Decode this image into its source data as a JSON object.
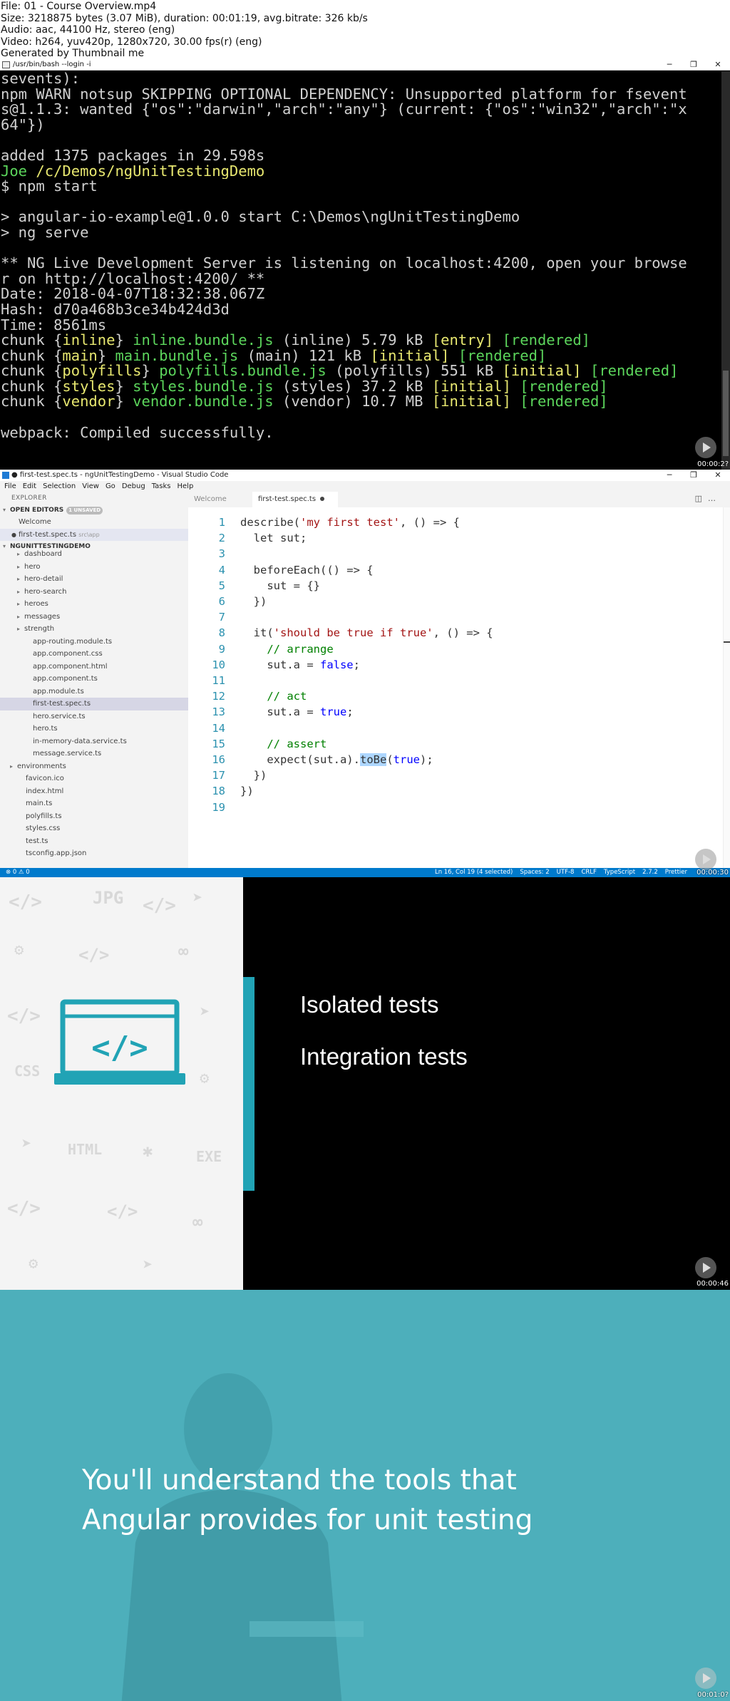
{
  "meta": {
    "lines": [
      "File: 01 - Course Overview.mp4",
      "Size: 3218875 bytes (3.07 MiB), duration: 00:01:19, avg.bitrate: 326 kb/s",
      "Audio: aac, 44100 Hz, stereo (eng)",
      "Video: h264, yuv420p, 1280x720, 30.00 fps(r) (eng)",
      "Generated by Thumbnail me"
    ]
  },
  "terminal": {
    "title": "/usr/bin/bash --login -i",
    "timestamp": "00:00:2?",
    "lines": [
      "sevents):",
      "npm WARN notsup SKIPPING OPTIONAL DEPENDENCY: Unsupported platform for fsevent",
      "s@1.1.3: wanted {\"os\":\"darwin\",\"arch\":\"any\"} (current: {\"os\":\"win32\",\"arch\":\"x",
      "64\"})",
      "",
      "added 1375 packages in 29.598s"
    ],
    "prompt_user": "Joe",
    "prompt_path": "/c/Demos/ngUnitTestingDemo",
    "command": "$ npm start",
    "lines2": [
      "",
      "> angular-io-example@1.0.0 start C:\\Demos\\ngUnitTestingDemo",
      "> ng serve",
      "",
      "** NG Live Development Server is listening on localhost:4200, open your browse",
      "r on http://localhost:4200/ **"
    ],
    "date_label": "Date: ",
    "date_value": "2018-04-07T18:32:38.067Z",
    "hash_label": "Hash: ",
    "hash_value": "d70a468b3ce34b424d3d",
    "time_label": "Time: ",
    "time_value": "8561ms",
    "chunks": [
      {
        "name": "inline",
        "file": "inline.bundle.js",
        "kind": "(inline)",
        "size": "5.79 kB",
        "tag": "[entry]",
        "status": "[rendered]"
      },
      {
        "name": "main",
        "file": "main.bundle.js",
        "kind": "(main)",
        "size": "121 kB",
        "tag": "[initial]",
        "status": "[rendered]"
      },
      {
        "name": "polyfills",
        "file": "polyfills.bundle.js",
        "kind": "(polyfills)",
        "size": "551 kB",
        "tag": "[initial]",
        "status": "[rendered]"
      },
      {
        "name": "styles",
        "file": "styles.bundle.js",
        "kind": "(styles)",
        "size": "37.2 kB",
        "tag": "[initial]",
        "status": "[rendered]"
      },
      {
        "name": "vendor",
        "file": "vendor.bundle.js",
        "kind": "(vendor)",
        "size": "10.7 MB",
        "tag": "[initial]",
        "status": "[rendered]"
      }
    ],
    "chunk_word": "chunk",
    "webpack": "webpack: Compiled successfully."
  },
  "vscode": {
    "title": "● first-test.spec.ts - ngUnitTestingDemo - Visual Studio Code",
    "menu": [
      "File",
      "Edit",
      "Selection",
      "View",
      "Go",
      "Debug",
      "Tasks",
      "Help"
    ],
    "explorer_label": "EXPLORER",
    "open_editors_label": "OPEN EDITORS",
    "unsaved_badge": "1 UNSAVED",
    "open_editors": [
      {
        "label": "Welcome",
        "extra": ""
      },
      {
        "label": "first-test.spec.ts",
        "extra": "src\\app"
      }
    ],
    "project_label": "NGUNITTESTINGDEMO",
    "tree": [
      {
        "label": "dashboard",
        "folder": true,
        "indent": 2
      },
      {
        "label": "hero",
        "folder": true,
        "indent": 2
      },
      {
        "label": "hero-detail",
        "folder": true,
        "indent": 2
      },
      {
        "label": "hero-search",
        "folder": true,
        "indent": 2
      },
      {
        "label": "heroes",
        "folder": true,
        "indent": 2
      },
      {
        "label": "messages",
        "folder": true,
        "indent": 2
      },
      {
        "label": "strength",
        "folder": true,
        "indent": 2
      },
      {
        "label": "app-routing.module.ts",
        "folder": false,
        "indent": 2
      },
      {
        "label": "app.component.css",
        "folder": false,
        "indent": 2
      },
      {
        "label": "app.component.html",
        "folder": false,
        "indent": 2
      },
      {
        "label": "app.component.ts",
        "folder": false,
        "indent": 2
      },
      {
        "label": "app.module.ts",
        "folder": false,
        "indent": 2
      },
      {
        "label": "first-test.spec.ts",
        "folder": false,
        "indent": 2,
        "selected": true
      },
      {
        "label": "hero.service.ts",
        "folder": false,
        "indent": 2
      },
      {
        "label": "hero.ts",
        "folder": false,
        "indent": 2
      },
      {
        "label": "in-memory-data.service.ts",
        "folder": false,
        "indent": 2
      },
      {
        "label": "message.service.ts",
        "folder": false,
        "indent": 2
      },
      {
        "label": "environments",
        "folder": true,
        "indent": 1
      },
      {
        "label": "favicon.ico",
        "folder": false,
        "indent": 1
      },
      {
        "label": "index.html",
        "folder": false,
        "indent": 1
      },
      {
        "label": "main.ts",
        "folder": false,
        "indent": 1
      },
      {
        "label": "polyfills.ts",
        "folder": false,
        "indent": 1
      },
      {
        "label": "styles.css",
        "folder": false,
        "indent": 1
      },
      {
        "label": "test.ts",
        "folder": false,
        "indent": 1
      },
      {
        "label": "tsconfig.app.json",
        "folder": false,
        "indent": 1
      }
    ],
    "tabs": [
      {
        "label": "Welcome",
        "active": false
      },
      {
        "label": "first-test.spec.ts",
        "active": true
      }
    ],
    "code_lines": [
      {
        "n": "1",
        "segs": [
          [
            "p",
            "describe("
          ],
          [
            "s",
            "'my first test'"
          ],
          [
            "p",
            ", () => {"
          ]
        ]
      },
      {
        "n": "2",
        "segs": [
          [
            "p",
            "  "
          ],
          [
            "p",
            "let sut;"
          ]
        ]
      },
      {
        "n": "3",
        "segs": []
      },
      {
        "n": "4",
        "segs": [
          [
            "p",
            "  beforeEach(() => {"
          ]
        ]
      },
      {
        "n": "5",
        "segs": [
          [
            "p",
            "    sut = {}"
          ]
        ]
      },
      {
        "n": "6",
        "segs": [
          [
            "p",
            "  })"
          ]
        ]
      },
      {
        "n": "7",
        "segs": []
      },
      {
        "n": "8",
        "segs": [
          [
            "p",
            "  it("
          ],
          [
            "s",
            "'should be true if true'"
          ],
          [
            "p",
            ", () => {"
          ]
        ]
      },
      {
        "n": "9",
        "segs": [
          [
            "c",
            "    // arrange"
          ]
        ]
      },
      {
        "n": "10",
        "segs": [
          [
            "p",
            "    sut.a = "
          ],
          [
            "k",
            "false"
          ],
          [
            "p",
            ";"
          ]
        ]
      },
      {
        "n": "11",
        "segs": []
      },
      {
        "n": "12",
        "segs": [
          [
            "c",
            "    // act"
          ]
        ]
      },
      {
        "n": "13",
        "segs": [
          [
            "p",
            "    sut.a = "
          ],
          [
            "k",
            "true"
          ],
          [
            "p",
            ";"
          ]
        ]
      },
      {
        "n": "14",
        "segs": []
      },
      {
        "n": "15",
        "segs": [
          [
            "c",
            "    // assert"
          ]
        ]
      },
      {
        "n": "16",
        "segs": [
          [
            "p",
            "    expect(sut.a)."
          ],
          [
            "h",
            "toBe"
          ],
          [
            "p",
            "("
          ],
          [
            "k",
            "true"
          ],
          [
            "p",
            ");"
          ]
        ]
      },
      {
        "n": "17",
        "segs": [
          [
            "p",
            "  })"
          ]
        ]
      },
      {
        "n": "18",
        "segs": [
          [
            "p",
            "})"
          ]
        ]
      },
      {
        "n": "19",
        "segs": []
      }
    ],
    "status_left": "⊗ 0  ⚠ 0",
    "status_items": [
      "Ln 16, Col 19 (4 selected)",
      "Spaces: 2",
      "UTF-8",
      "CRLF",
      "TypeScript",
      "2.7.2",
      "Prettier"
    ],
    "timestamp": "00:00:30"
  },
  "slide": {
    "bullets": [
      "Isolated tests",
      "Integration tests"
    ],
    "timestamp": "00:00:46"
  },
  "promo": {
    "line1": "You'll understand the tools that",
    "line2": "Angular provides for unit testing",
    "timestamp": "00:01:0?"
  }
}
